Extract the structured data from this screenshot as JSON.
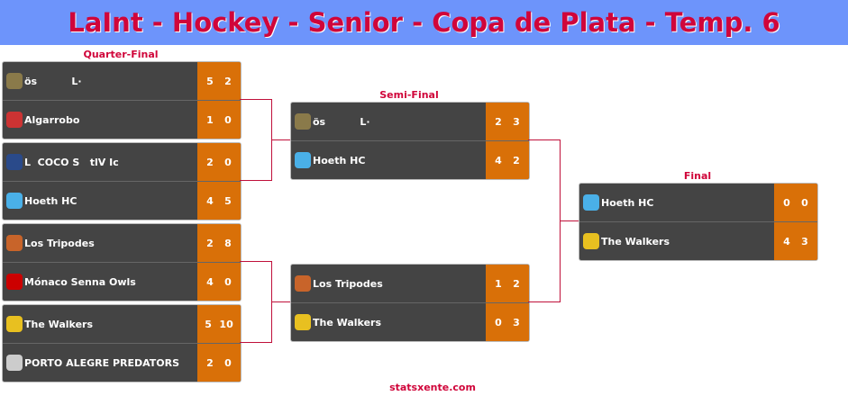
{
  "title": "LaInt - Hockey - Senior - Copa de Plata - Temp. 6",
  "rounds": {
    "qf": "Quarter-Final",
    "sf": "Semi-Final",
    "final": "Final"
  },
  "footer": "statsxente.com",
  "colors": {
    "accent": "#d0053a",
    "header_bg": "#6d94fb",
    "score_bg": "#d97008"
  },
  "matches": [
    {
      "teams": [
        {
          "name": "ös          L·",
          "s1": "5",
          "s2": "2",
          "logo": "#8a7a4a"
        },
        {
          "name": "Algarrobo",
          "s1": "1",
          "s2": "0",
          "logo": "#c33"
        }
      ]
    },
    {
      "teams": [
        {
          "name": "L  COCO S   tlV Ic",
          "s1": "2",
          "s2": "0",
          "logo": "#2a4a8a"
        },
        {
          "name": "Hoeth HC",
          "s1": "4",
          "s2": "5",
          "logo": "#4ab0e8"
        }
      ]
    },
    {
      "teams": [
        {
          "name": "Los Tripodes",
          "s1": "2",
          "s2": "8",
          "logo": "#c8642a"
        },
        {
          "name": "Mónaco Senna Owls",
          "s1": "4",
          "s2": "0",
          "logo": "#c00"
        }
      ]
    },
    {
      "teams": [
        {
          "name": "The Walkers",
          "s1": "5",
          "s2": "10",
          "logo": "#e8c020"
        },
        {
          "name": "PORTO ALEGRE PREDATORS",
          "s1": "2",
          "s2": "0",
          "logo": "#ccc"
        }
      ]
    },
    {
      "teams": [
        {
          "name": "ös          L·",
          "s1": "2",
          "s2": "3",
          "logo": "#8a7a4a"
        },
        {
          "name": "Hoeth HC",
          "s1": "4",
          "s2": "2",
          "logo": "#4ab0e8"
        }
      ]
    },
    {
      "teams": [
        {
          "name": "Los Tripodes",
          "s1": "1",
          "s2": "2",
          "logo": "#c8642a"
        },
        {
          "name": "The Walkers",
          "s1": "0",
          "s2": "3",
          "logo": "#e8c020"
        }
      ]
    },
    {
      "teams": [
        {
          "name": "Hoeth HC",
          "s1": "0",
          "s2": "0",
          "logo": "#4ab0e8"
        },
        {
          "name": "The Walkers",
          "s1": "4",
          "s2": "3",
          "logo": "#e8c020"
        }
      ]
    }
  ]
}
